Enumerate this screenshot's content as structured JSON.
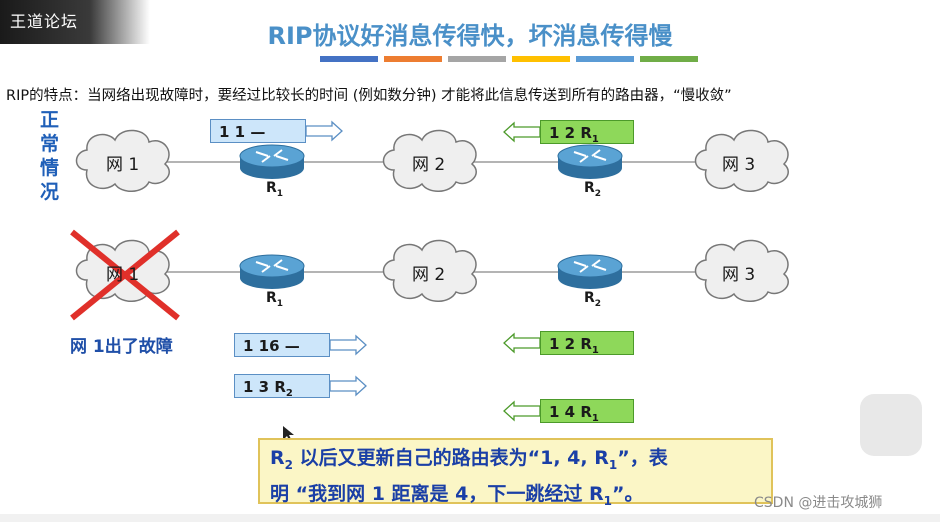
{
  "logo": {
    "text": "王道论坛"
  },
  "title": "RIP协议好消息传得快，坏消息传得慢",
  "stripe_colors": [
    "#4472c4",
    "#ed7d31",
    "#a5a5a5",
    "#ffc000",
    "#5b9bd5",
    "#70ad47"
  ],
  "intro": "RIP的特点：当网络出现故障时，要经过比较长的时间 (例如数分钟) 才能将此信息传送到所有的路由器，“慢收敛”",
  "side_label": "正常情况",
  "networks": {
    "net1": "网 1",
    "net2": "网 2",
    "net3": "网 3"
  },
  "routers": {
    "r1_main": "R",
    "r1_sub": "1",
    "r2_main": "R",
    "r2_sub": "2"
  },
  "normal": {
    "msg_r1": "1  1  —",
    "msg_r2_main": "1  2  R",
    "msg_r2_sub": "1"
  },
  "failure": {
    "crossed_net": "网 1",
    "fault_label": "网 1出了故障",
    "msg_a": "1  16  —",
    "msg_b_main": "1  3  R",
    "msg_b_sub": "2",
    "msg_c_main": "1  2  R",
    "msg_c_sub": "1",
    "msg_d_main": "1  4  R",
    "msg_d_sub": "1"
  },
  "note": {
    "r_main": "R",
    "r_sub": "2",
    "line1_a": " 以后又更新自己的路由表为“1,  4,  R",
    "line1_sub": "1",
    "line1_b": "”，表",
    "line2_a": "明 “我到网 1 距离是 4，下一跳经过 R",
    "line2_sub": "1",
    "line2_b": "”。"
  },
  "watermark": "CSDN @进击攻城狮",
  "colors": {
    "title": "#4a90c8",
    "note_text": "#1a3fa6",
    "cross": "#e0302a",
    "blue_box": "#cde6fa",
    "green_box": "#8ed85a"
  }
}
